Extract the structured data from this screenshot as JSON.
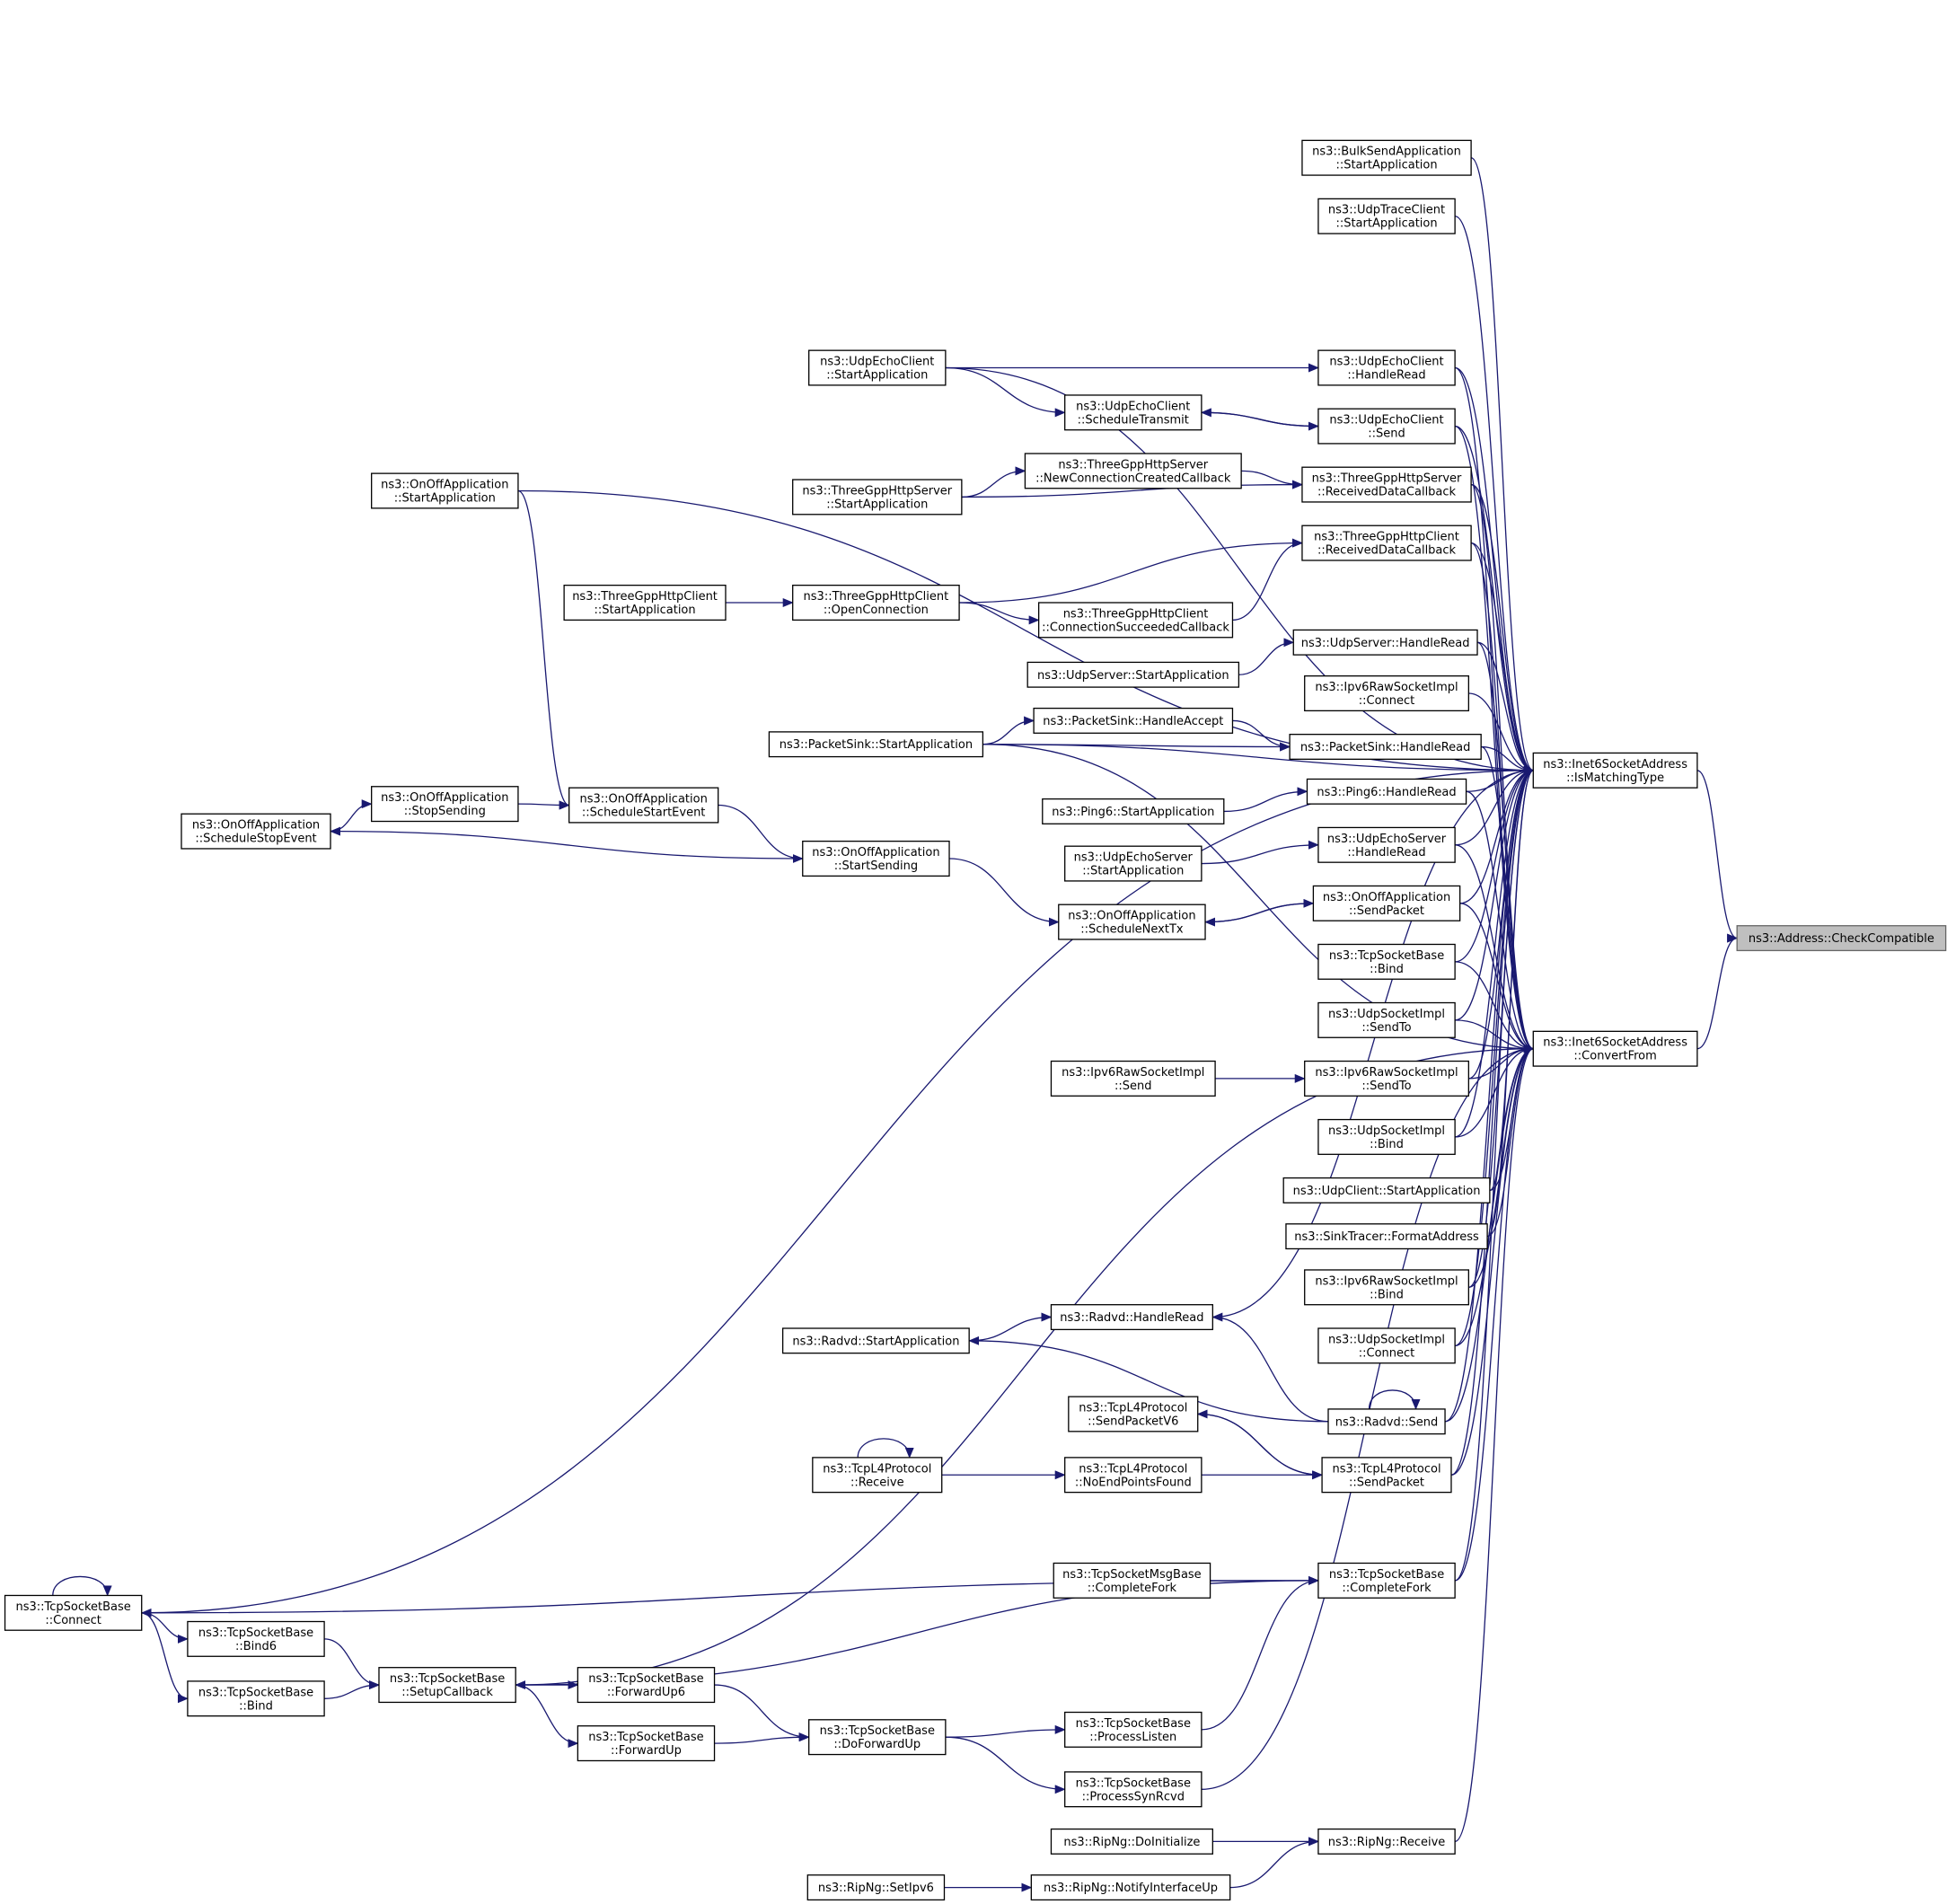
{
  "diagram": {
    "type": "call-graph",
    "root": "ns3::Address::CheckCompatible",
    "nodes": [
      {
        "id": "cc",
        "lines": [
          "ns3::Address::CheckCompatible"
        ],
        "root": true
      },
      {
        "id": "imt",
        "lines": [
          "ns3::Inet6SocketAddress",
          "::IsMatchingType"
        ]
      },
      {
        "id": "cf",
        "lines": [
          "ns3::Inet6SocketAddress",
          "::ConvertFrom"
        ]
      },
      {
        "id": "bulk",
        "lines": [
          "ns3::BulkSendApplication",
          "::StartApplication"
        ]
      },
      {
        "id": "utc",
        "lines": [
          "ns3::UdpTraceClient",
          "::StartApplication"
        ]
      },
      {
        "id": "uechr",
        "lines": [
          "ns3::UdpEchoClient",
          "::HandleRead"
        ]
      },
      {
        "id": "uecs",
        "lines": [
          "ns3::UdpEchoClient",
          "::Send"
        ]
      },
      {
        "id": "tgsrd",
        "lines": [
          "ns3::ThreeGppHttpServer",
          "::ReceivedDataCallback"
        ]
      },
      {
        "id": "tgcrd",
        "lines": [
          "ns3::ThreeGppHttpClient",
          "::ReceivedDataCallback"
        ]
      },
      {
        "id": "ushr",
        "lines": [
          "ns3::UdpServer::HandleRead"
        ]
      },
      {
        "id": "iprc",
        "lines": [
          "ns3::Ipv6RawSocketImpl",
          "::Connect"
        ]
      },
      {
        "id": "pshr",
        "lines": [
          "ns3::PacketSink::HandleRead"
        ]
      },
      {
        "id": "p6hr",
        "lines": [
          "ns3::Ping6::HandleRead"
        ]
      },
      {
        "id": "uesh",
        "lines": [
          "ns3::UdpEchoServer",
          "::HandleRead"
        ]
      },
      {
        "id": "oosp",
        "lines": [
          "ns3::OnOffApplication",
          "::SendPacket"
        ]
      },
      {
        "id": "tsbb",
        "lines": [
          "ns3::TcpSocketBase",
          "::Bind"
        ]
      },
      {
        "id": "usst",
        "lines": [
          "ns3::UdpSocketImpl",
          "::SendTo"
        ]
      },
      {
        "id": "iprst",
        "lines": [
          "ns3::Ipv6RawSocketImpl",
          "::SendTo"
        ]
      },
      {
        "id": "usb",
        "lines": [
          "ns3::UdpSocketImpl",
          "::Bind"
        ]
      },
      {
        "id": "ucsa",
        "lines": [
          "ns3::UdpClient::StartApplication"
        ]
      },
      {
        "id": "stfa",
        "lines": [
          "ns3::SinkTracer::FormatAddress"
        ]
      },
      {
        "id": "iprb",
        "lines": [
          "ns3::Ipv6RawSocketImpl",
          "::Bind"
        ]
      },
      {
        "id": "usc",
        "lines": [
          "ns3::UdpSocketImpl",
          "::Connect"
        ]
      },
      {
        "id": "rs",
        "lines": [
          "ns3::Radvd::Send"
        ]
      },
      {
        "id": "tl4sp",
        "lines": [
          "ns3::TcpL4Protocol",
          "::SendPacket"
        ]
      },
      {
        "id": "tsbcf",
        "lines": [
          "ns3::TcpSocketBase",
          "::CompleteFork"
        ]
      },
      {
        "id": "rngr",
        "lines": [
          "ns3::RipNg::Receive"
        ]
      },
      {
        "id": "uecsa",
        "lines": [
          "ns3::UdpEchoClient",
          "::StartApplication"
        ]
      },
      {
        "id": "uecst",
        "lines": [
          "ns3::UdpEchoClient",
          "::ScheduleTransmit"
        ]
      },
      {
        "id": "tgsnc",
        "lines": [
          "ns3::ThreeGppHttpServer",
          "::NewConnectionCreatedCallback"
        ]
      },
      {
        "id": "tgssa",
        "lines": [
          "ns3::ThreeGppHttpServer",
          "::StartApplication"
        ]
      },
      {
        "id": "ooasa",
        "lines": [
          "ns3::OnOffApplication",
          "::StartApplication"
        ]
      },
      {
        "id": "tgcsa",
        "lines": [
          "ns3::ThreeGppHttpClient",
          "::StartApplication"
        ]
      },
      {
        "id": "tgcoc",
        "lines": [
          "ns3::ThreeGppHttpClient",
          "::OpenConnection"
        ]
      },
      {
        "id": "tgccs",
        "lines": [
          "ns3::ThreeGppHttpClient",
          "::ConnectionSucceededCallback"
        ]
      },
      {
        "id": "ussa",
        "lines": [
          "ns3::UdpServer::StartApplication"
        ]
      },
      {
        "id": "psha",
        "lines": [
          "ns3::PacketSink::HandleAccept"
        ]
      },
      {
        "id": "pssa",
        "lines": [
          "ns3::PacketSink::StartApplication"
        ]
      },
      {
        "id": "p6sa",
        "lines": [
          "ns3::Ping6::StartApplication"
        ]
      },
      {
        "id": "uessa",
        "lines": [
          "ns3::UdpEchoServer",
          "::StartApplication"
        ]
      },
      {
        "id": "ooss",
        "lines": [
          "ns3::OnOffApplication",
          "::StopSending"
        ]
      },
      {
        "id": "oosse",
        "lines": [
          "ns3::OnOffApplication",
          "::ScheduleStartEvent"
        ]
      },
      {
        "id": "oostop",
        "lines": [
          "ns3::OnOffApplication",
          "::ScheduleStopEvent"
        ]
      },
      {
        "id": "oostart",
        "lines": [
          "ns3::OnOffApplication",
          "::StartSending"
        ]
      },
      {
        "id": "oosnt",
        "lines": [
          "ns3::OnOffApplication",
          "::ScheduleNextTx"
        ]
      },
      {
        "id": "iprs",
        "lines": [
          "ns3::Ipv6RawSocketImpl",
          "::Send"
        ]
      },
      {
        "id": "rhr",
        "lines": [
          "ns3::Radvd::HandleRead"
        ]
      },
      {
        "id": "rsa",
        "lines": [
          "ns3::Radvd::StartApplication"
        ]
      },
      {
        "id": "tl4spv6",
        "lines": [
          "ns3::TcpL4Protocol",
          "::SendPacketV6"
        ]
      },
      {
        "id": "tl4r",
        "lines": [
          "ns3::TcpL4Protocol",
          "::Receive"
        ]
      },
      {
        "id": "tl4nep",
        "lines": [
          "ns3::TcpL4Protocol",
          "::NoEndPointsFound"
        ]
      },
      {
        "id": "tsmcf",
        "lines": [
          "ns3::TcpSocketMsgBase",
          "::CompleteFork"
        ]
      },
      {
        "id": "tsbc",
        "lines": [
          "ns3::TcpSocketBase",
          "::Connect"
        ]
      },
      {
        "id": "tsbb6",
        "lines": [
          "ns3::TcpSocketBase",
          "::Bind6"
        ]
      },
      {
        "id": "tsbb2",
        "lines": [
          "ns3::TcpSocketBase",
          "::Bind"
        ]
      },
      {
        "id": "tsbsc",
        "lines": [
          "ns3::TcpSocketBase",
          "::SetupCallback"
        ]
      },
      {
        "id": "tsbfu6",
        "lines": [
          "ns3::TcpSocketBase",
          "::ForwardUp6"
        ]
      },
      {
        "id": "tsbfu",
        "lines": [
          "ns3::TcpSocketBase",
          "::ForwardUp"
        ]
      },
      {
        "id": "tsbdfu",
        "lines": [
          "ns3::TcpSocketBase",
          "::DoForwardUp"
        ]
      },
      {
        "id": "tsbpl",
        "lines": [
          "ns3::TcpSocketBase",
          "::ProcessListen"
        ]
      },
      {
        "id": "tsbpsr",
        "lines": [
          "ns3::TcpSocketBase",
          "::ProcessSynRcvd"
        ]
      },
      {
        "id": "rndi",
        "lines": [
          "ns3::RipNg::DoInitialize"
        ]
      },
      {
        "id": "rnsi",
        "lines": [
          "ns3::RipNg::SetIpv6"
        ]
      },
      {
        "id": "rnniu",
        "lines": [
          "ns3::RipNg::NotifyInterfaceUp"
        ]
      }
    ],
    "edges": [
      [
        "imt",
        "cc"
      ],
      [
        "cf",
        "cc"
      ],
      [
        "bulk",
        "imt"
      ],
      [
        "utc",
        "imt"
      ],
      [
        "uechr",
        "imt"
      ],
      [
        "uecs",
        "imt"
      ],
      [
        "tgsrd",
        "imt"
      ],
      [
        "tgcrd",
        "imt"
      ],
      [
        "ushr",
        "imt"
      ],
      [
        "iprc",
        "imt"
      ],
      [
        "pshr",
        "imt"
      ],
      [
        "p6hr",
        "imt"
      ],
      [
        "uesh",
        "imt"
      ],
      [
        "oosp",
        "imt"
      ],
      [
        "tsbb",
        "imt"
      ],
      [
        "usst",
        "imt"
      ],
      [
        "iprst",
        "imt"
      ],
      [
        "usb",
        "imt"
      ],
      [
        "ucsa",
        "imt"
      ],
      [
        "stfa",
        "imt"
      ],
      [
        "iprb",
        "imt"
      ],
      [
        "usc",
        "imt"
      ],
      [
        "rs",
        "imt"
      ],
      [
        "tl4sp",
        "imt"
      ],
      [
        "tsbcf",
        "imt"
      ],
      [
        "uecsa",
        "imt"
      ],
      [
        "ooasa",
        "imt"
      ],
      [
        "tsbc",
        "imt"
      ],
      [
        "pssa",
        "imt"
      ],
      [
        "rhr",
        "imt"
      ],
      [
        "uechr",
        "cf"
      ],
      [
        "uecs",
        "cf"
      ],
      [
        "tgsrd",
        "cf"
      ],
      [
        "tgcrd",
        "cf"
      ],
      [
        "ushr",
        "cf"
      ],
      [
        "pshr",
        "cf"
      ],
      [
        "p6hr",
        "cf"
      ],
      [
        "uesh",
        "cf"
      ],
      [
        "oosp",
        "cf"
      ],
      [
        "tsbb",
        "cf"
      ],
      [
        "usst",
        "cf"
      ],
      [
        "iprst",
        "cf"
      ],
      [
        "usb",
        "cf"
      ],
      [
        "ucsa",
        "cf"
      ],
      [
        "stfa",
        "cf"
      ],
      [
        "iprb",
        "cf"
      ],
      [
        "usc",
        "cf"
      ],
      [
        "rs",
        "cf"
      ],
      [
        "tl4sp",
        "cf"
      ],
      [
        "tsbcf",
        "cf"
      ],
      [
        "tsbpsr",
        "cf"
      ],
      [
        "rngr",
        "cf"
      ],
      [
        "pssa",
        "cf"
      ],
      [
        "tsbsc",
        "cf"
      ],
      [
        "uecsa",
        "uechr"
      ],
      [
        "uecst",
        "uecs"
      ],
      [
        "uecs",
        "uecst"
      ],
      [
        "uecsa",
        "uecst"
      ],
      [
        "tgsnc",
        "tgsrd"
      ],
      [
        "tgssa",
        "tgsrd"
      ],
      [
        "tgssa",
        "tgsnc"
      ],
      [
        "tgcoc",
        "tgcrd"
      ],
      [
        "tgccs",
        "tgcrd"
      ],
      [
        "tgcoc",
        "tgccs"
      ],
      [
        "tgcsa",
        "tgcoc"
      ],
      [
        "ussa",
        "ushr"
      ],
      [
        "psha",
        "pshr"
      ],
      [
        "pssa",
        "pshr"
      ],
      [
        "pssa",
        "psha"
      ],
      [
        "p6sa",
        "p6hr"
      ],
      [
        "uessa",
        "uesh"
      ],
      [
        "oosp",
        "oosnt"
      ],
      [
        "oosnt",
        "oosp"
      ],
      [
        "oostart",
        "oosnt"
      ],
      [
        "oostart",
        "oostop"
      ],
      [
        "oosse",
        "oostart"
      ],
      [
        "ooss",
        "oosse"
      ],
      [
        "oostop",
        "ooss"
      ],
      [
        "ooasa",
        "oosse"
      ],
      [
        "iprs",
        "iprst"
      ],
      [
        "rs",
        "rhr"
      ],
      [
        "rsa",
        "rhr"
      ],
      [
        "rs",
        "rsa"
      ],
      [
        "rs",
        "rs"
      ],
      [
        "tl4sp",
        "tl4spv6"
      ],
      [
        "tl4spv6",
        "tl4sp"
      ],
      [
        "tl4nep",
        "tl4sp"
      ],
      [
        "tl4r",
        "tl4nep"
      ],
      [
        "tl4r",
        "tl4r"
      ],
      [
        "tsmcf",
        "tsbcf"
      ],
      [
        "tsbcf",
        "tsbsc"
      ],
      [
        "tsbcf",
        "tsbc"
      ],
      [
        "tsbpl",
        "tsbcf"
      ],
      [
        "tsbc",
        "tsbc"
      ],
      [
        "tsbc",
        "tsbb6"
      ],
      [
        "tsbc",
        "tsbb2"
      ],
      [
        "tsbb6",
        "tsbsc"
      ],
      [
        "tsbb2",
        "tsbsc"
      ],
      [
        "tsbsc",
        "tsbfu6"
      ],
      [
        "tsbsc",
        "tsbfu"
      ],
      [
        "tsbfu6",
        "tsbdfu"
      ],
      [
        "tsbfu",
        "tsbdfu"
      ],
      [
        "tsbdfu",
        "tsbpl"
      ],
      [
        "tsbdfu",
        "tsbpsr"
      ],
      [
        "rndi",
        "rngr"
      ],
      [
        "rnniu",
        "rngr"
      ],
      [
        "rnsi",
        "rnniu"
      ]
    ]
  }
}
